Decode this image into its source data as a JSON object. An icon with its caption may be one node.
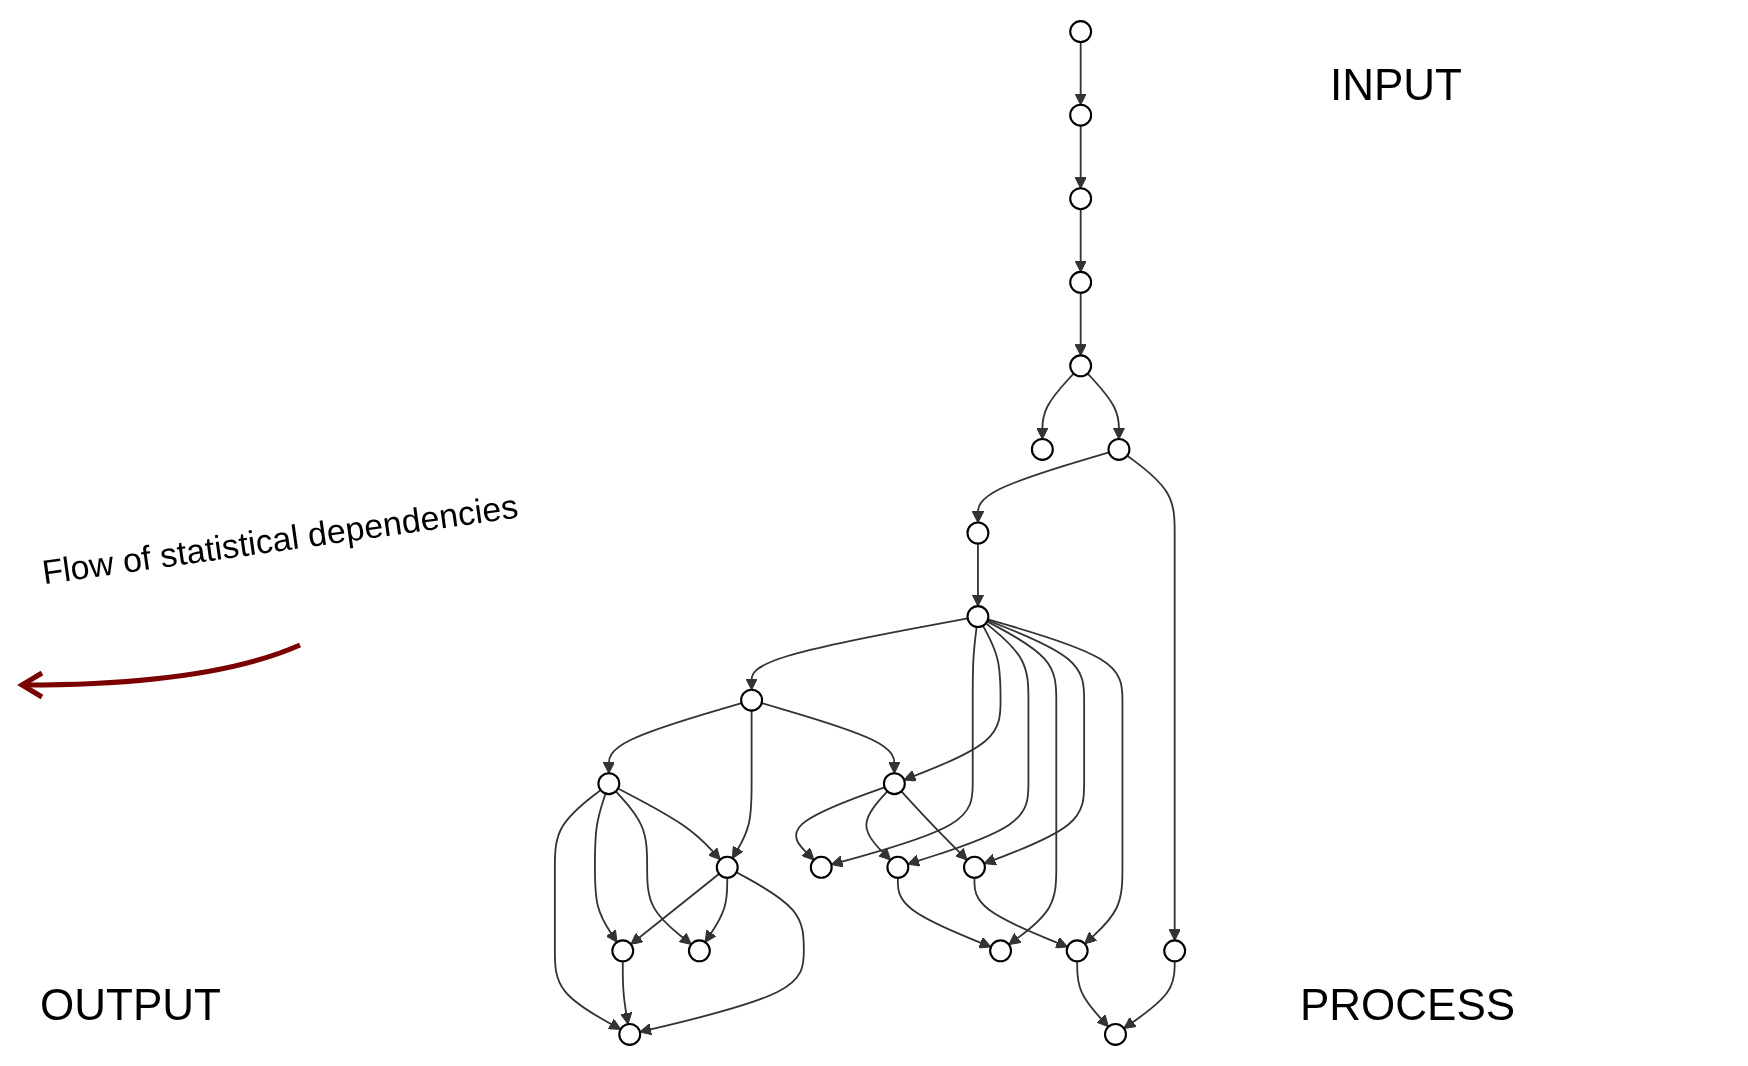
{
  "diagram": {
    "nodes": [
      {
        "text": [],
        "shape": "circle"
      },
      {
        "text": [],
        "shape": "circle"
      },
      {
        "text": [],
        "shape": "circle"
      },
      {
        "text": [],
        "shape": "circle"
      },
      {
        "text": [],
        "shape": "circle"
      },
      {
        "text": [],
        "shape": "circle"
      },
      {
        "text": [],
        "shape": "circle"
      },
      {
        "text": [],
        "shape": "circle"
      },
      {
        "text": [],
        "shape": "circle"
      },
      {
        "text": [],
        "shape": "circle"
      },
      {
        "text": [],
        "shape": "circle"
      },
      {
        "text": [],
        "shape": "circle"
      },
      {
        "text": [],
        "shape": "circle"
      },
      {
        "text": [],
        "shape": "circle"
      },
      {
        "text": [],
        "shape": "circle"
      },
      {
        "text": [],
        "shape": "circle"
      },
      {
        "text": [],
        "shape": "circle"
      },
      {
        "text": [],
        "shape": "circle"
      },
      {
        "text": [],
        "shape": "circle"
      },
      {
        "text": [],
        "shape": "circle"
      },
      {
        "text": [],
        "shape": "circle"
      },
      {
        "text": [],
        "shape": "circle"
      },
      {
        "text": [],
        "shape": "circle"
      }
    ],
    "edges": [
      {
        "from": 0,
        "to": 1,
        "arrow": "to"
      },
      {
        "from": 1,
        "to": 2,
        "arrow": "to"
      },
      {
        "from": 2,
        "to": 3,
        "arrow": "to"
      },
      {
        "from": 3,
        "to": 4,
        "arrow": "to"
      },
      {
        "from": 4,
        "to": 5,
        "arrow": "to"
      },
      {
        "from": 4,
        "to": 6,
        "arrow": "to"
      },
      {
        "from": 6,
        "to": 7,
        "arrow": "to"
      },
      {
        "from": 6,
        "to": 9,
        "arrow": "to"
      },
      {
        "from": 7,
        "to": 8,
        "arrow": "to"
      },
      {
        "from": 8,
        "to": 10,
        "arrow": "to"
      },
      {
        "from": 8,
        "to": 14,
        "arrow": "to"
      },
      {
        "from": 8,
        "to": 12,
        "arrow": "to"
      },
      {
        "from": 8,
        "to": 15,
        "arrow": "to"
      },
      {
        "from": 8,
        "to": 19,
        "arrow": "to"
      },
      {
        "from": 8,
        "to": 16,
        "arrow": "to"
      },
      {
        "from": 8,
        "to": 20,
        "arrow": "to"
      },
      {
        "from": 9,
        "to": 22,
        "arrow": "to"
      },
      {
        "from": 10,
        "to": 11,
        "arrow": "to"
      },
      {
        "from": 10,
        "to": 13,
        "arrow": "to"
      },
      {
        "from": 10,
        "to": 12,
        "arrow": "to"
      },
      {
        "from": 11,
        "to": 21,
        "arrow": "to"
      },
      {
        "from": 11,
        "to": 17,
        "arrow": "to"
      },
      {
        "from": 11,
        "to": 18,
        "arrow": "to"
      },
      {
        "from": 11,
        "to": 13,
        "arrow": "to"
      },
      {
        "from": 12,
        "to": 14,
        "arrow": "to"
      },
      {
        "from": 12,
        "to": 15,
        "arrow": "to"
      },
      {
        "from": 12,
        "to": 16,
        "arrow": "to"
      },
      {
        "from": 13,
        "to": 17,
        "arrow": "to"
      },
      {
        "from": 13,
        "to": 18,
        "arrow": "to"
      },
      {
        "from": 13,
        "to": 21,
        "arrow": "to"
      },
      {
        "from": 15,
        "to": 19,
        "arrow": "to"
      },
      {
        "from": 16,
        "to": 20,
        "arrow": "to"
      },
      {
        "from": 20,
        "to": 22,
        "arrow": "to"
      },
      {
        "from": 17,
        "to": 21,
        "arrow": "to"
      }
    ],
    "labels": [
      "INPUT",
      "Flow of statistical dependencies",
      "PROCESS",
      "OUTPUT"
    ]
  }
}
